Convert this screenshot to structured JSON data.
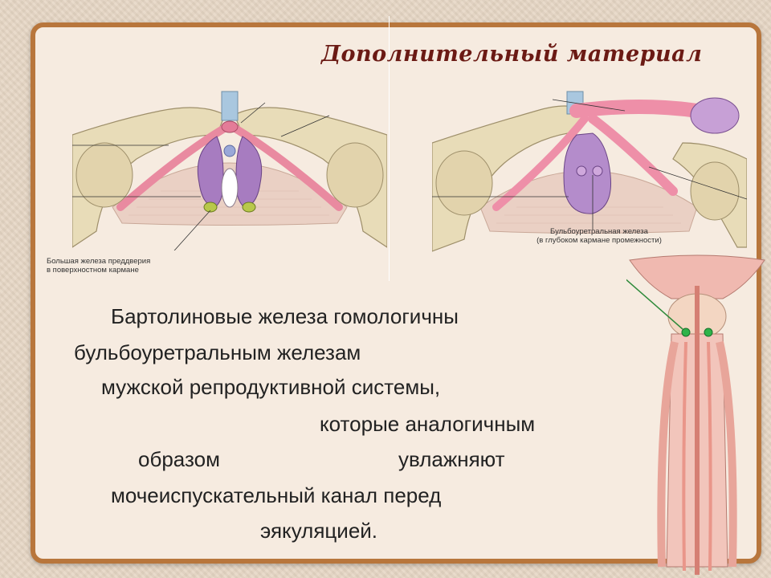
{
  "title": "Дополнительный материал",
  "captions": {
    "left_line1": "Большая железа преддверия",
    "left_line2": "в поверхностном кармане",
    "right_line1": "Бульбоуретральная железа",
    "right_line2": "(в глубоком кармане промежности)"
  },
  "body": {
    "line1": "Бартолиновые железа гомологичны",
    "line2": "бульбоуретральным железам",
    "line3": "мужской репродуктивной системы,",
    "line4": "которые аналогичным",
    "line5a": "образом",
    "line5b": "увлажняют",
    "line6": "мочеиспускательный канал перед",
    "line7": "эякуляцией."
  },
  "colors": {
    "frame_border": "#b8763c",
    "title": "#6b1a14",
    "bone": "#e8dcb8",
    "pink_tissue": "#e98aa0",
    "purple_gland": "#a77cc0",
    "green_gland": "#2fb34a"
  }
}
